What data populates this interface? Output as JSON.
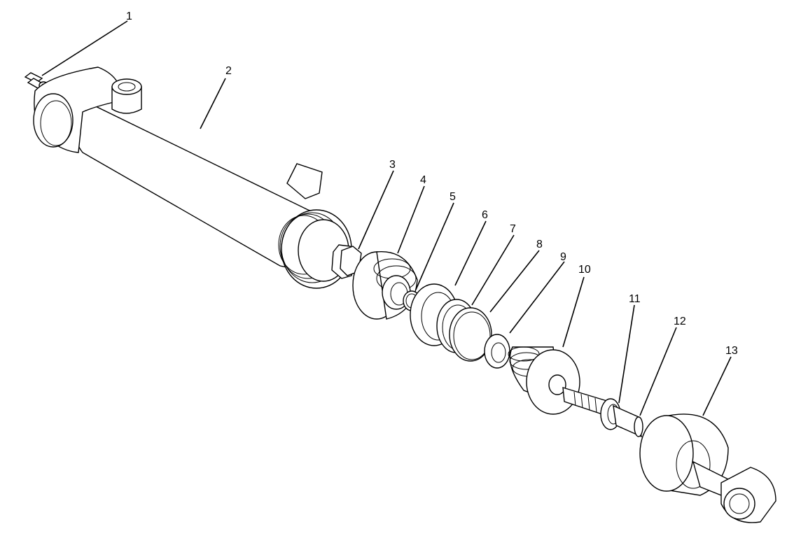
{
  "diagram": {
    "type": "exploded-parts-view",
    "callouts": [
      {
        "id": 1,
        "label": "1"
      },
      {
        "id": 2,
        "label": "2"
      },
      {
        "id": 3,
        "label": "3"
      },
      {
        "id": 4,
        "label": "4"
      },
      {
        "id": 5,
        "label": "5"
      },
      {
        "id": 6,
        "label": "6"
      },
      {
        "id": 7,
        "label": "7"
      },
      {
        "id": 8,
        "label": "8"
      },
      {
        "id": 9,
        "label": "9"
      },
      {
        "id": 10,
        "label": "10"
      },
      {
        "id": 11,
        "label": "11"
      },
      {
        "id": 12,
        "label": "12"
      },
      {
        "id": 13,
        "label": "13"
      }
    ]
  },
  "colors": {
    "line": "#000000",
    "background": "#ffffff"
  }
}
